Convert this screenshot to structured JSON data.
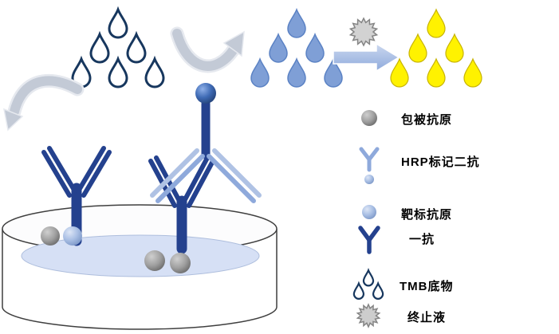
{
  "legend": {
    "items": [
      {
        "icon": "coated-antigen-sphere-icon",
        "label": "包被抗原"
      },
      {
        "icon": "hrp-secondary-antibody-icon",
        "label": "HRP标记二抗"
      },
      {
        "icon": "target-antigen-sphere-icon",
        "label": "靶标抗原"
      },
      {
        "icon": "primary-antibody-icon",
        "label": "一抗"
      },
      {
        "icon": "tmb-substrate-droplets-icon",
        "label": "TMB底物"
      },
      {
        "icon": "stop-solution-burst-icon",
        "label": "终止液"
      }
    ]
  },
  "colors": {
    "antibody_dark_blue": "#24418E",
    "droplet_outline_blue": "#17375E",
    "substrate_blue": "#7F9FD6",
    "product_yellow": "#FFF200",
    "secondary_light_blue": "#8EA9DB",
    "antigen_gray": "#9E9E9E",
    "arrow_gray": "#C3CAD6",
    "block_arrow_blue": "#A9BEE2",
    "well_liquid_blue": "#D6E0F5"
  }
}
